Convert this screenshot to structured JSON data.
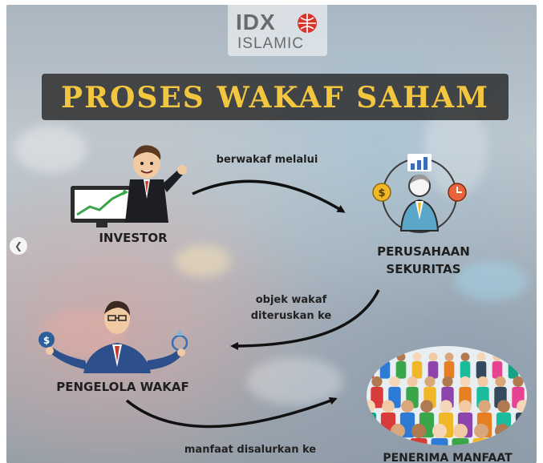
{
  "logo": {
    "line1": "IDX",
    "line2": "ISLAMIC",
    "globe_icon": "globe-icon"
  },
  "title": "PROSES WAKAF SAHAM",
  "nodes": {
    "investor": "INVESTOR",
    "securities_line1": "PERUSAHAAN",
    "securities_line2": "SEKURITAS",
    "manager": "PENGELOLA WAKAF",
    "beneficiary": "PENERIMA MANFAAT"
  },
  "edges": {
    "investor_to_securities": "berwakaf melalui",
    "securities_to_manager_line1": "objek wakaf",
    "securities_to_manager_line2": "diteruskan ke",
    "manager_to_beneficiary": "manfaat disalurkan ke"
  },
  "colors": {
    "title_text": "#f3c640",
    "title_banner": "#2a2a2a",
    "arrow": "#111111",
    "logo_red": "#d9342b"
  }
}
